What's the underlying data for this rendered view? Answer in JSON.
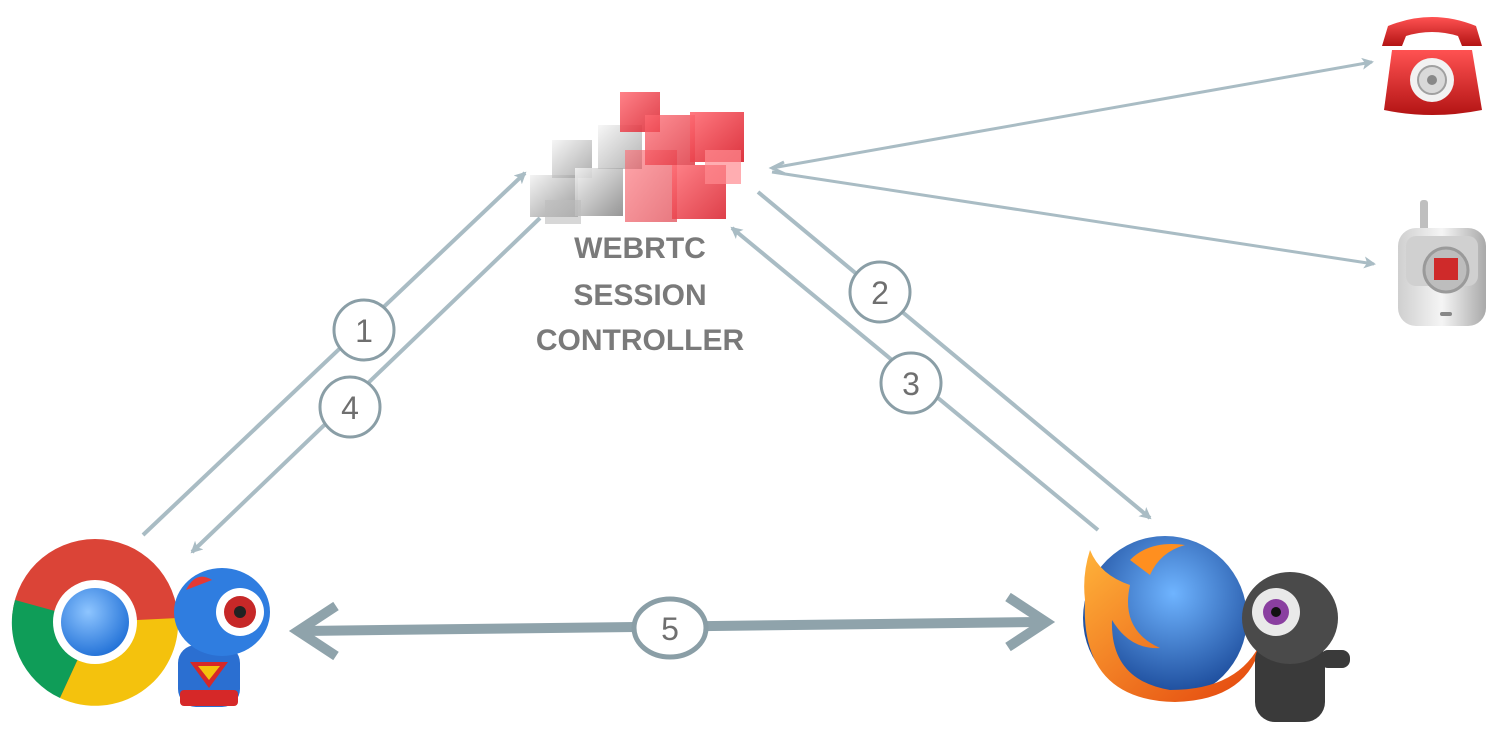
{
  "controller": {
    "label_lines": [
      "WEBRTC",
      "SESSION",
      "CONTROLLER"
    ],
    "icon": "cube-cluster-logo-icon"
  },
  "endpoints": {
    "chrome": {
      "icon": "chrome-browser-icon",
      "mascot": "superhero-robot-mascot-icon"
    },
    "firefox": {
      "icon": "firefox-browser-icon",
      "mascot": "gray-robot-mascot-icon"
    },
    "desk_phone": {
      "icon": "red-desk-phone-icon"
    },
    "mobile_phone": {
      "icon": "mobile-phone-icon"
    }
  },
  "steps": {
    "s1": "1",
    "s2": "2",
    "s3": "3",
    "s4": "4",
    "s5": "5"
  },
  "colors": {
    "arrow": "#a9bcc4",
    "main_arrow": "#8fa3ab",
    "circle_border": "#8a9ea6",
    "label": "#7a7a7a",
    "red_accent": "#e8303a"
  }
}
